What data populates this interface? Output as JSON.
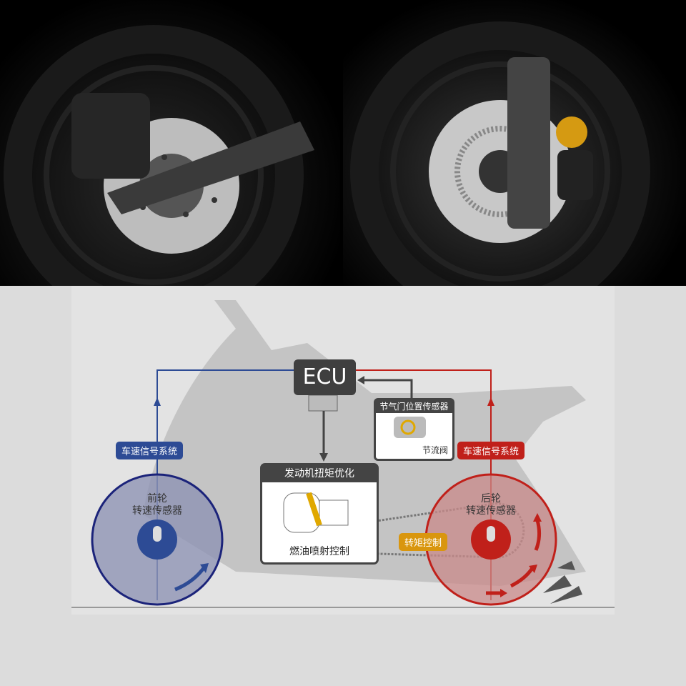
{
  "photos": {
    "left": "rear-wheel-brake-disc-photo",
    "right": "front-wheel-abs-brake-disc-photo"
  },
  "diagram": {
    "ecu": "ECU",
    "throttle_sensor": {
      "title": "节气门位置传感器",
      "part": "节流阀"
    },
    "engine": {
      "title": "发动机扭矩优化",
      "caption": "燃油喷射控制"
    },
    "front": {
      "signal": "车速信号系统",
      "line1": "前轮",
      "line2": "转速传感器"
    },
    "rear": {
      "signal": "车速信号系统",
      "line1": "后轮",
      "line2": "转速传感器"
    },
    "torque_control": "转矩控制"
  },
  "colors": {
    "front": "#2d4b95",
    "rear": "#c0201a",
    "torque": "#d9960e",
    "box": "#444444"
  }
}
